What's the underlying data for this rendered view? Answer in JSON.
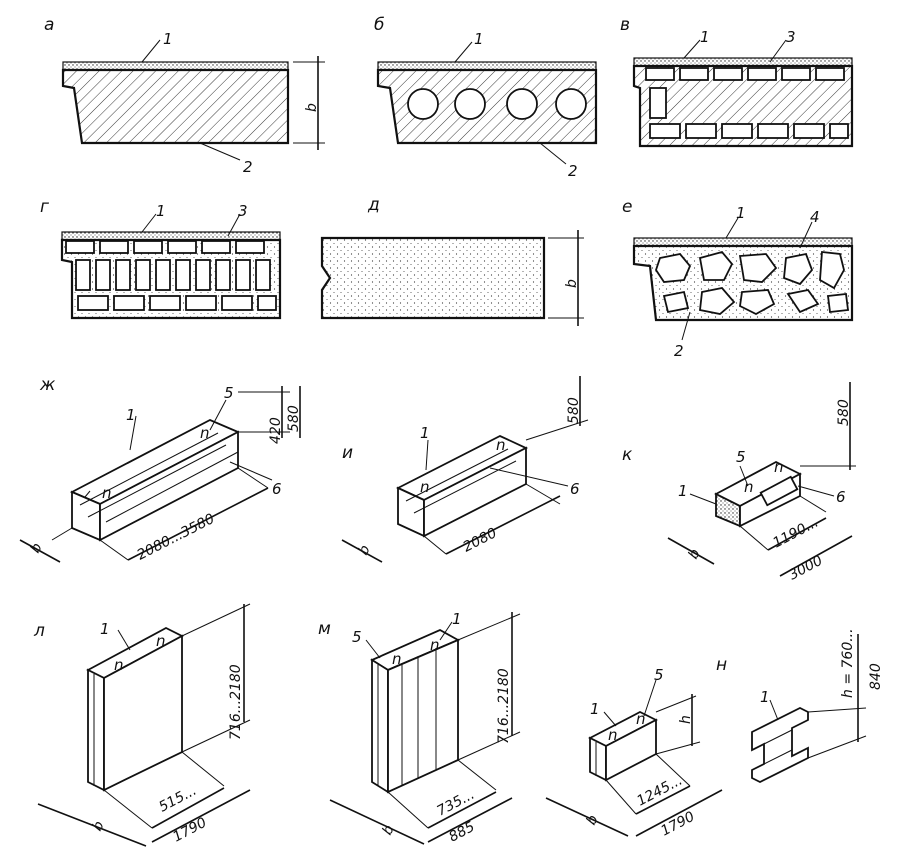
{
  "panels": {
    "a": {
      "letter": "а",
      "callouts": [
        "1",
        "2"
      ],
      "dim": "b"
    },
    "b": {
      "letter": "б",
      "callouts": [
        "1",
        "2"
      ]
    },
    "v": {
      "letter": "в",
      "callouts": [
        "1",
        "3"
      ]
    },
    "g": {
      "letter": "г",
      "callouts": [
        "1",
        "3"
      ]
    },
    "d": {
      "letter": "д",
      "dim": "b"
    },
    "e": {
      "letter": "е",
      "callouts": [
        "1",
        "4",
        "2"
      ]
    },
    "zh": {
      "letter": "ж",
      "callouts": [
        "1",
        "5",
        "6"
      ],
      "dims": [
        "420",
        "580",
        "2080...3580",
        "b"
      ]
    },
    "i": {
      "letter": "и",
      "callouts": [
        "1",
        "6"
      ],
      "dims": [
        "580",
        "2080",
        "b"
      ]
    },
    "k": {
      "letter": "к",
      "callouts": [
        "5",
        "1",
        "6"
      ],
      "dims": [
        "580",
        "1190...",
        "3000",
        "b"
      ]
    },
    "l": {
      "letter": "л",
      "callouts": [
        "1"
      ],
      "dims": [
        "716...2180",
        "515...",
        "1790",
        "b"
      ]
    },
    "m": {
      "letter": "м",
      "callouts": [
        "5",
        "1"
      ],
      "dims": [
        "716...2180",
        "735...",
        "885",
        "b"
      ]
    },
    "n": {
      "letter": "н",
      "callouts": [
        "1",
        "5",
        "1"
      ],
      "dims": [
        "h",
        "1245...",
        "1790",
        "b",
        "h = 760...",
        "840"
      ]
    }
  }
}
